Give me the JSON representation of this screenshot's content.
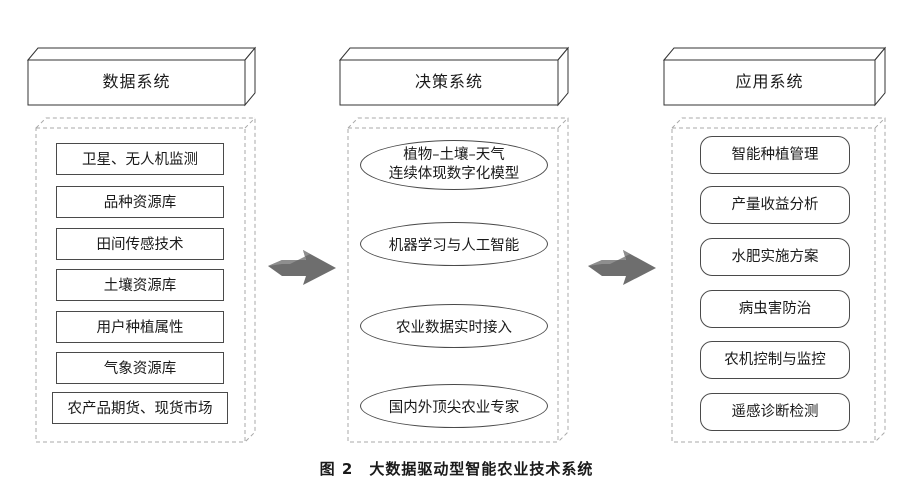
{
  "data_system": {
    "title": "数据系统",
    "items": [
      "卫星、无人机监测",
      "品种资源库",
      "田间传感技术",
      "土壤资源库",
      "用户种植属性",
      "气象资源库",
      "农产品期货、现货市场"
    ]
  },
  "decision_system": {
    "title": "决策系统",
    "items": [
      [
        "植物–土壤–天气",
        "连续体现数字化模型"
      ],
      "机器学习与人工智能",
      "农业数据实时接入",
      "国内外顶尖农业专家"
    ]
  },
  "application_system": {
    "title": "应用系统",
    "items": [
      "智能种植管理",
      "产量收益分析",
      "水肥实施方案",
      "病虫害防治",
      "农机控制与监控",
      "遥感诊断检测"
    ]
  },
  "caption": "图 2　大数据驱动型智能农业技术系统",
  "colors": {
    "arrow": "#6e6e6e",
    "border": "#4a4a4a",
    "dashed": "#a8a8a8"
  }
}
